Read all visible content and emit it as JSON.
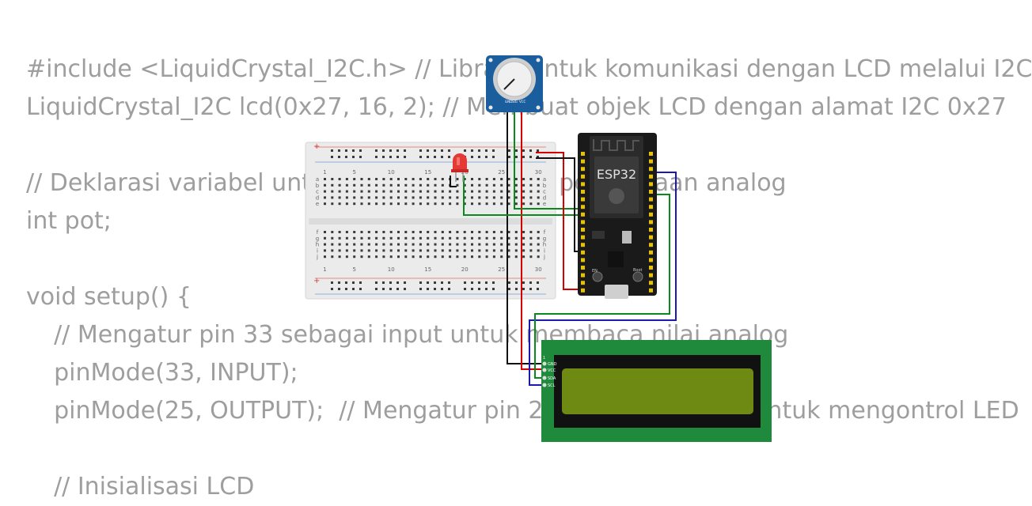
{
  "code_lines": [
    "#include <LiquidCrystal_I2C.h> // Library untuk komunikasi dengan LCD melalui I2C",
    "LiquidCrystal_I2C lcd(0x27, 16, 2); // Membuat objek LCD dengan alamat I2C 0x27",
    "",
    "// Deklarasi variabel untuk menyimpan hasil pembacaan analog",
    "int pot;",
    "",
    "void setup() {",
    "  // Mengatur pin 33 sebagai input untuk membaca nilai analog",
    "  pinMode(33, INPUT);",
    "  pinMode(25, OUTPUT);  // Mengatur pin 25 sebagai output untuk mengontrol LED",
    "",
    "  // Inisialisasi LCD"
  ],
  "breadboard": {
    "column_numbers": [
      "1",
      "5",
      "10",
      "15",
      "20",
      "25",
      "30"
    ],
    "row_letters_top": [
      "a",
      "b",
      "c",
      "d",
      "e"
    ],
    "row_letters_bottom": [
      "f",
      "g",
      "h",
      "i",
      "j"
    ],
    "rail_plus": "+",
    "rail_minus": "-"
  },
  "esp32": {
    "label": "ESP32",
    "button_left": "EN",
    "button_right": "Boot"
  },
  "potentiometer": {
    "pins": [
      "GND",
      "SIG",
      "VCC"
    ]
  },
  "lcd": {
    "pin_number": "1",
    "pins": [
      "GND",
      "VCC",
      "SDA",
      "SCL"
    ]
  },
  "colors": {
    "code_text": "#9e9e9e",
    "breadboard": "#ebebeb",
    "esp32_board": "#1a1a1a",
    "lcd_pcb": "#1f8a3c",
    "lcd_screen": "#6e8a12",
    "pot_pcb": "#1b5e9e",
    "led": "#e53935",
    "wire_red": "#d50000",
    "wire_black": "#111111",
    "wire_green": "#0a8a1a",
    "wire_blue": "#1a1ab0"
  }
}
